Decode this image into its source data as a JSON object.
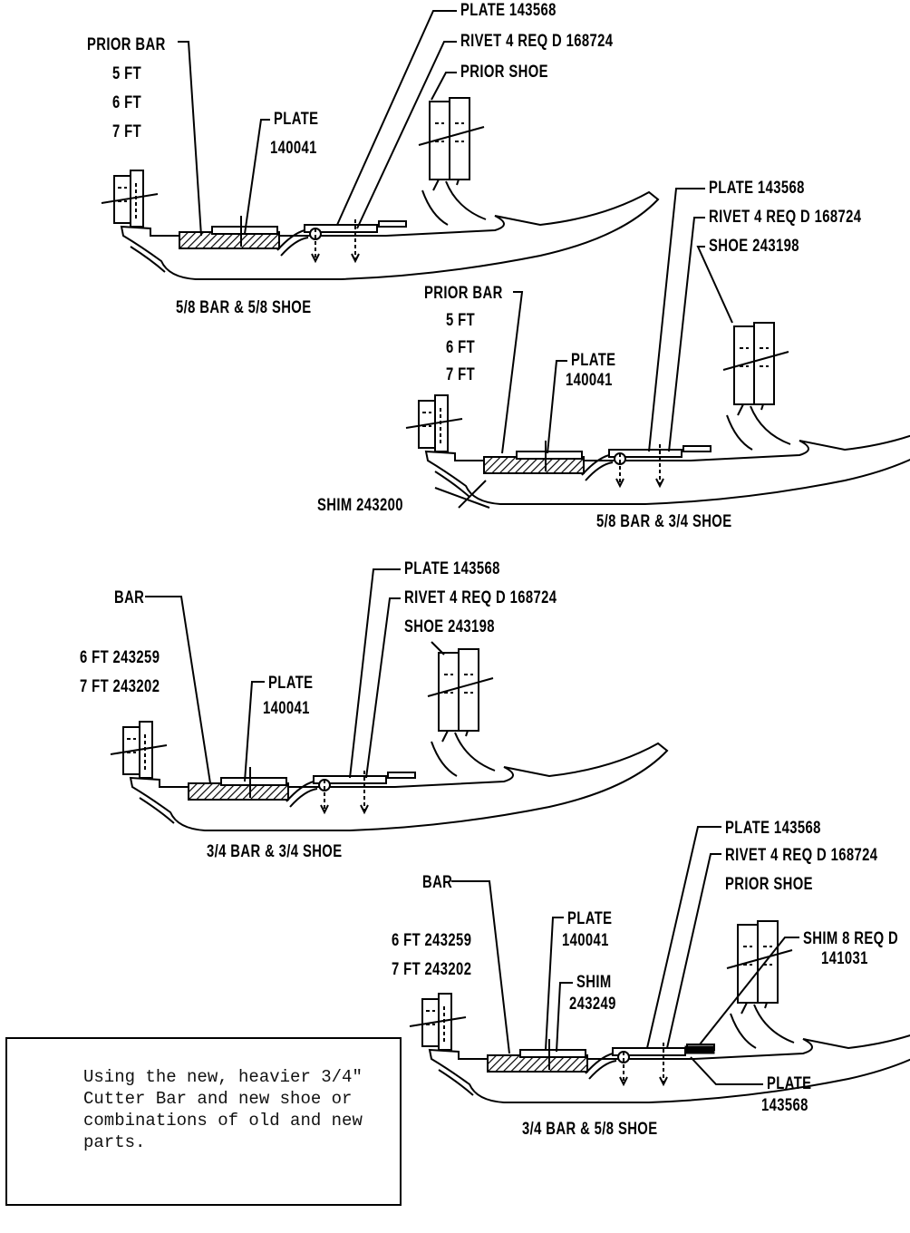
{
  "diagrams": [
    {
      "caption": "5/8 BAR & 5/8 SHOE",
      "labels": {
        "plate_top": "PLATE 143568",
        "rivet": "RIVET 4 REQ D 168724",
        "shoe": "PRIOR SHOE",
        "bar": "PRIOR BAR",
        "bar_sizes": [
          "5 FT",
          "6 FT",
          "7 FT"
        ],
        "plate_mid": "PLATE",
        "plate_mid_num": "140041"
      }
    },
    {
      "caption": "5/8 BAR & 3/4 SHOE",
      "labels": {
        "plate_top": "PLATE 143568",
        "rivet": "RIVET 4 REQ D 168724",
        "shoe": "SHOE 243198",
        "bar": "PRIOR BAR",
        "bar_sizes": [
          "5 FT",
          "6 FT",
          "7 FT"
        ],
        "plate_mid": "PLATE",
        "plate_mid_num": "140041",
        "shim": "SHIM 243200"
      }
    },
    {
      "caption": "3/4 BAR & 3/4 SHOE",
      "labels": {
        "plate_top": "PLATE 143568",
        "rivet": "RIVET 4 REQ D 168724",
        "shoe": "SHOE 243198",
        "bar": "BAR",
        "bar_sizes": [
          "6 FT 243259",
          "7 FT 243202"
        ],
        "plate_mid": "PLATE",
        "plate_mid_num": "140041"
      }
    },
    {
      "caption": "3/4 BAR & 5/8 SHOE",
      "labels": {
        "plate_top": "PLATE 143568",
        "rivet": "RIVET 4 REQ D 168724",
        "shoe": "PRIOR SHOE",
        "bar": "BAR",
        "bar_sizes": [
          "6 FT 243259",
          "7 FT 243202"
        ],
        "plate_mid": "PLATE",
        "plate_mid_num": "140041",
        "shim_mid": "SHIM",
        "shim_mid_num": "243249",
        "shim_right": "SHIM 8 REQ D",
        "shim_right_num": "141031",
        "plate_bottom": "PLATE",
        "plate_bottom_num": "143568"
      }
    }
  ],
  "note": "Using the new, heavier 3/4\" Cutter Bar and new shoe or combinations of old and new parts."
}
